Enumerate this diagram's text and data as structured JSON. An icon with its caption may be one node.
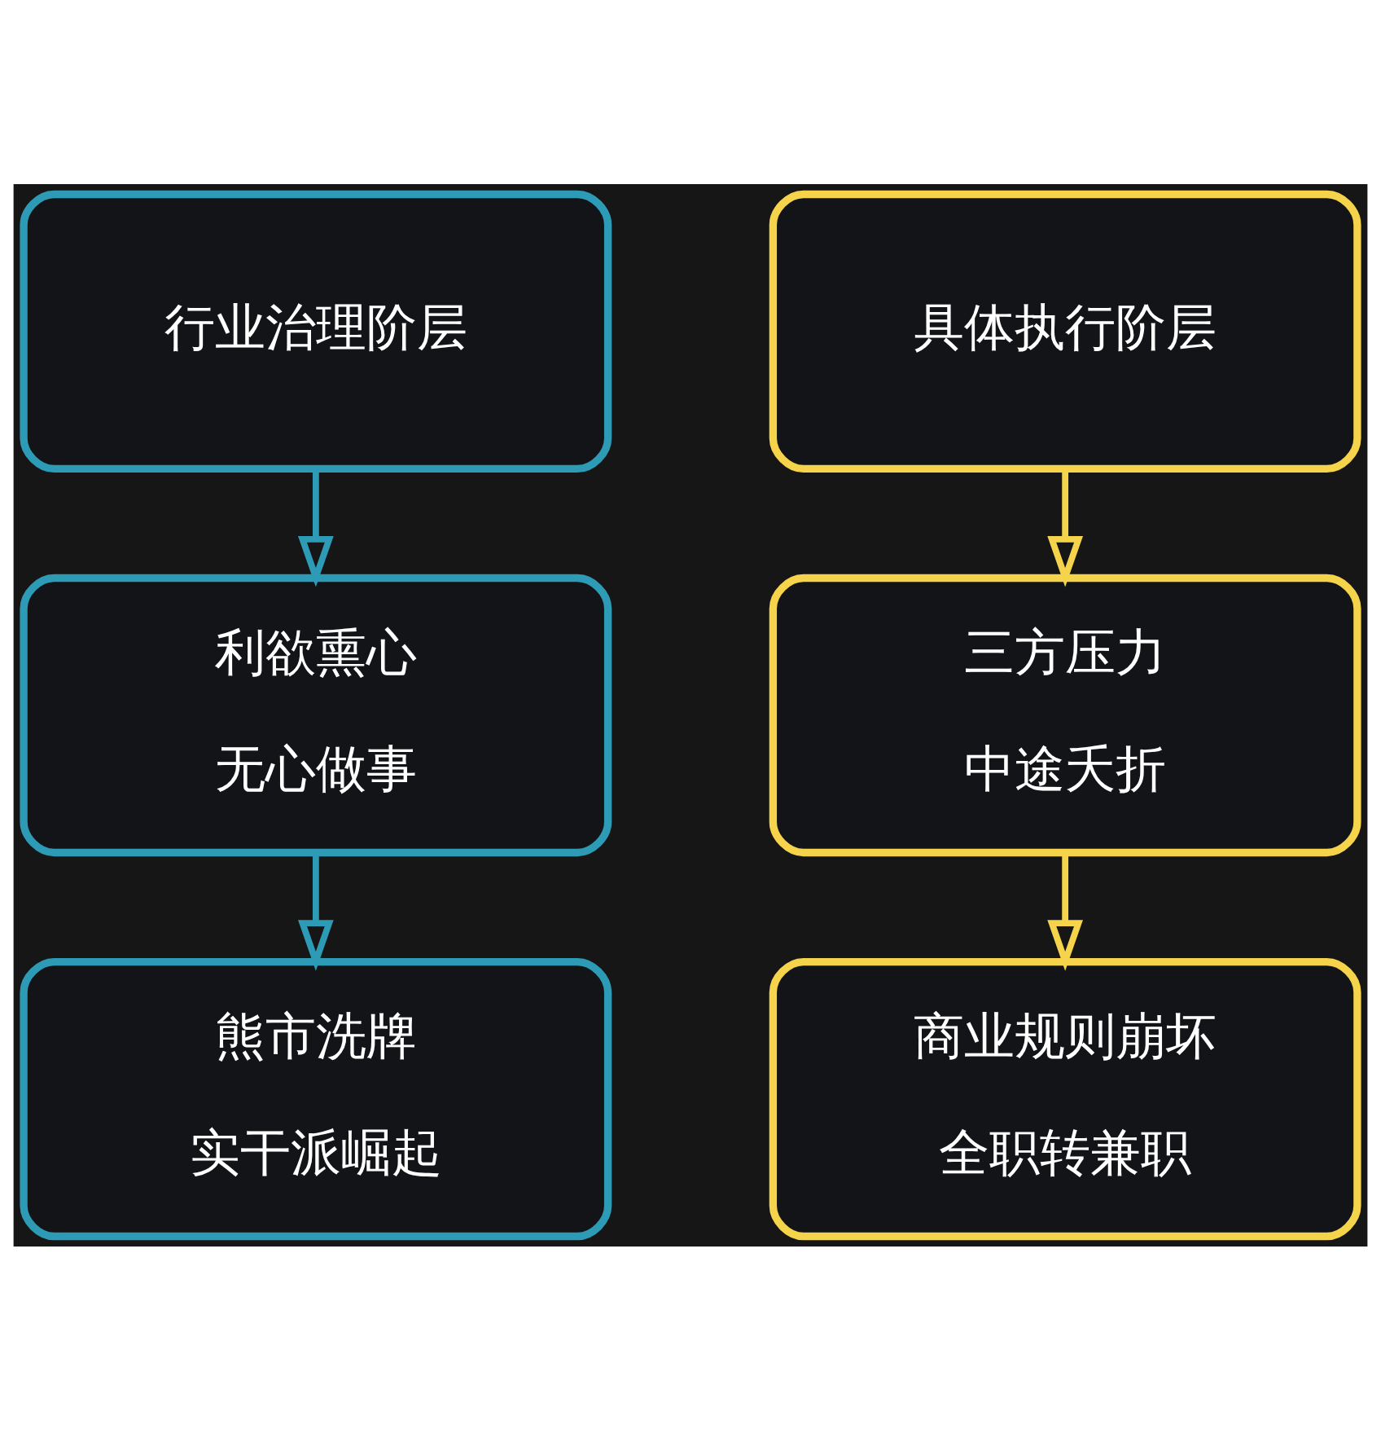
{
  "diagram": {
    "nodes": [
      {
        "text": [
          "行业治理阶层"
        ]
      },
      {
        "text": [
          "具体执行阶层"
        ]
      },
      {
        "text": [
          "利欲熏心",
          "无心做事"
        ]
      },
      {
        "text": [
          "三方压力",
          "中途夭折"
        ]
      },
      {
        "text": [
          "熊市洗牌",
          "实干派崛起"
        ]
      },
      {
        "text": [
          "商业规则崩坏",
          "全职转兼职"
        ]
      }
    ],
    "edges": [
      {
        "from": 0,
        "to": 2,
        "arrow": "to",
        "color": "#2e9bb6"
      },
      {
        "from": 1,
        "to": 3,
        "arrow": "to",
        "color": "#f5d34a"
      },
      {
        "from": 2,
        "to": 4,
        "arrow": "to",
        "color": "#2e9bb6"
      },
      {
        "from": 3,
        "to": 5,
        "arrow": "to",
        "color": "#f5d34a"
      }
    ]
  }
}
